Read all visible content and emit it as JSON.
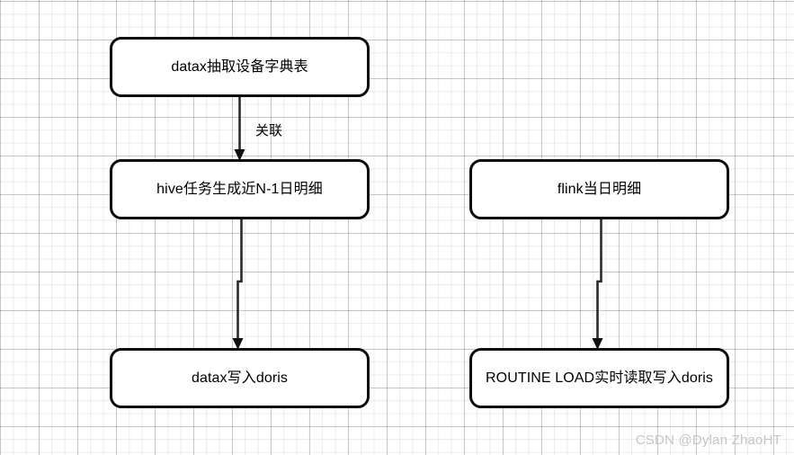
{
  "diagram": {
    "type": "flowchart",
    "nodes": [
      {
        "id": "datax-extract",
        "label": "datax抽取设备字典表"
      },
      {
        "id": "hive-detail",
        "label": "hive任务生成近N-1日明细"
      },
      {
        "id": "datax-doris",
        "label": "datax写入doris"
      },
      {
        "id": "flink-detail",
        "label": "flink当日明细"
      },
      {
        "id": "routine-load",
        "label": "ROUTINE LOAD实时读取写入doris"
      }
    ],
    "edges": [
      {
        "from": "datax-extract",
        "to": "hive-detail",
        "label": "关联"
      },
      {
        "from": "hive-detail",
        "to": "datax-doris",
        "label": ""
      },
      {
        "from": "flink-detail",
        "to": "routine-load",
        "label": ""
      }
    ],
    "colors": {
      "node_border": "#0d0d0d",
      "node_fill": "#ffffff",
      "edge": "#2b2b2b",
      "text": "#000000",
      "grid_minor": "#f0f0f0",
      "grid_major": "#d8d8d8",
      "watermark": "#c3c6cb"
    }
  },
  "watermark": {
    "text": "CSDN @Dylan ZhaoHT"
  }
}
